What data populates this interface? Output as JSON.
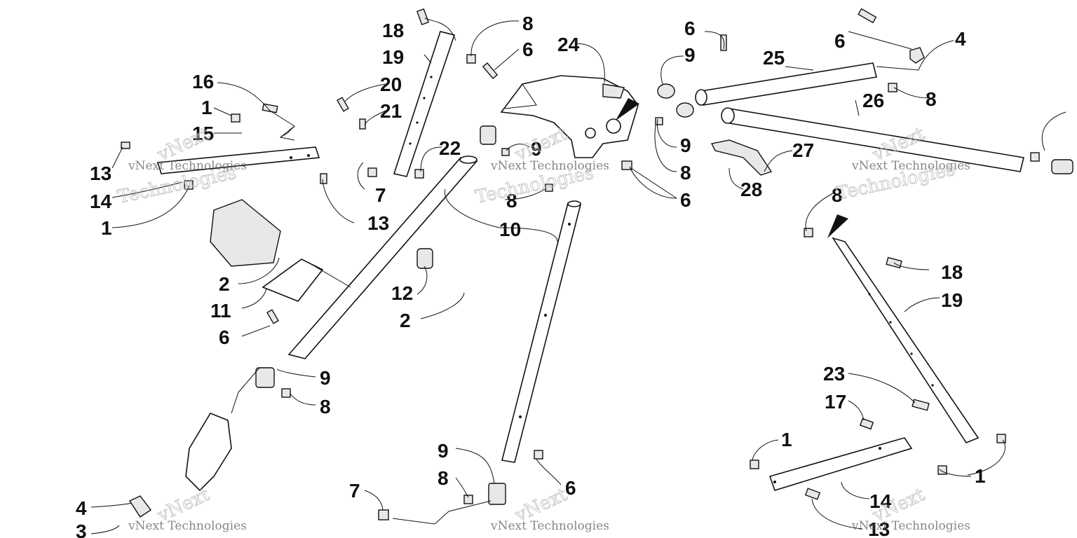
{
  "diagram": {
    "callouts": [
      "18",
      "8",
      "19",
      "6",
      "24",
      "6",
      "9",
      "6",
      "25",
      "4",
      "16",
      "20",
      "1",
      "21",
      "15",
      "13",
      "14",
      "1",
      "22",
      "9",
      "8",
      "7",
      "13",
      "10",
      "8",
      "6",
      "26",
      "9",
      "8",
      "6",
      "27",
      "28",
      "8",
      "18",
      "19",
      "2",
      "12",
      "11",
      "2",
      "6",
      "9",
      "8",
      "23",
      "17",
      "1",
      "9",
      "8",
      "6",
      "1",
      "7",
      "14",
      "4",
      "3",
      "13"
    ],
    "watermark": {
      "brand": "vNext",
      "text": "Technologies",
      "full": "vNext Technologies"
    },
    "icons": [
      "direction-arrow-icon"
    ]
  }
}
